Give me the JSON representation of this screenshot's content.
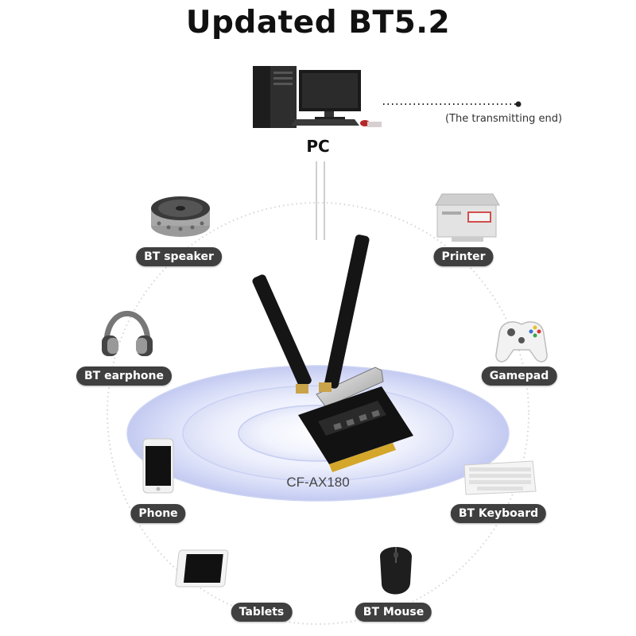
{
  "title": "Updated BT5.2",
  "pc": {
    "label": "PC",
    "transmitting_label": "(The transmitting end)"
  },
  "device": {
    "model": "CF-AX180"
  },
  "peripherals": [
    {
      "label": "BT speaker",
      "icon": "speaker-icon"
    },
    {
      "label": "Printer",
      "icon": "printer-icon"
    },
    {
      "label": "BT earphone",
      "icon": "headphones-icon"
    },
    {
      "label": "Gamepad",
      "icon": "gamepad-icon"
    },
    {
      "label": "Phone",
      "icon": "phone-icon"
    },
    {
      "label": "BT Keyboard",
      "icon": "keyboard-icon"
    },
    {
      "label": "Tablets",
      "icon": "tablet-icon"
    },
    {
      "label": "BT Mouse",
      "icon": "mouse-icon"
    }
  ],
  "colors": {
    "pill_bg": "#3f3f3f",
    "ripple": "#c9cff2",
    "circle": "#d8d8d8"
  }
}
